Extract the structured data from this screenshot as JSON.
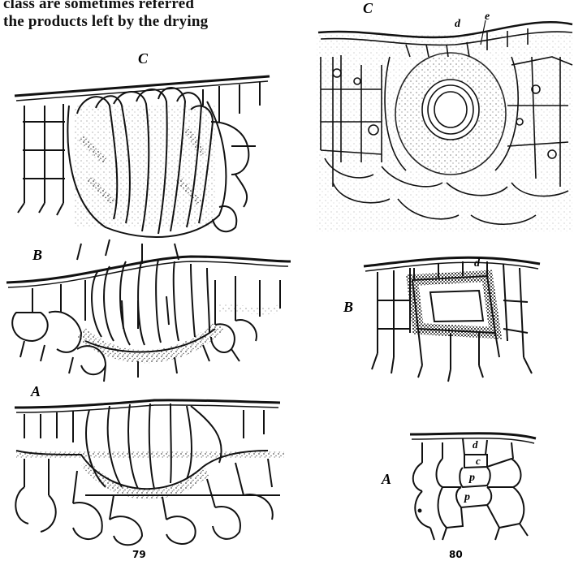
{
  "header_text": {
    "line1": "class are sometimes referred",
    "line2": "the products left by the drying"
  },
  "figure79": {
    "panel_c_label": "C",
    "panel_b_label": "B",
    "panel_a_label": "A",
    "number": "79"
  },
  "figure80": {
    "panel_c_label": "C",
    "panel_c_marks": [
      "d",
      "e"
    ],
    "panel_b_label": "B",
    "panel_b_mark": "d",
    "panel_a_label": "A",
    "panel_a_marks": [
      "d",
      "c",
      "p",
      "p"
    ],
    "number": "80"
  }
}
